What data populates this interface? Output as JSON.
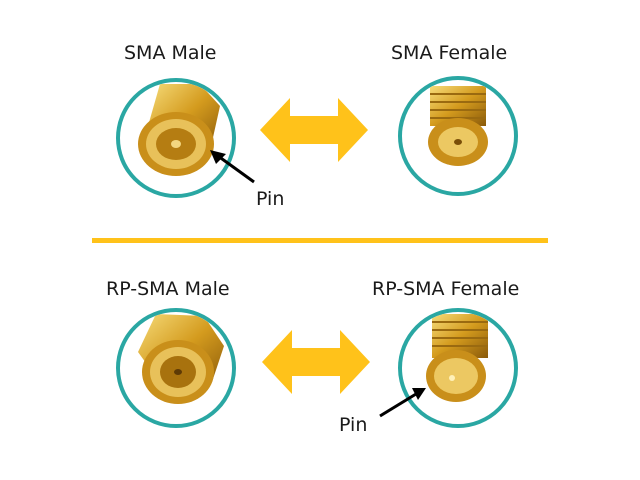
{
  "top": {
    "left_label": "SMA Male",
    "right_label": "SMA Female",
    "pin_label": "Pin"
  },
  "bottom": {
    "left_label": "RP-SMA Male",
    "right_label": "RP-SMA Female",
    "pin_label": "Pin"
  },
  "colors": {
    "accent": "#ffc21a",
    "ring": "#2aa7a3",
    "gold": "#d9a72a"
  }
}
